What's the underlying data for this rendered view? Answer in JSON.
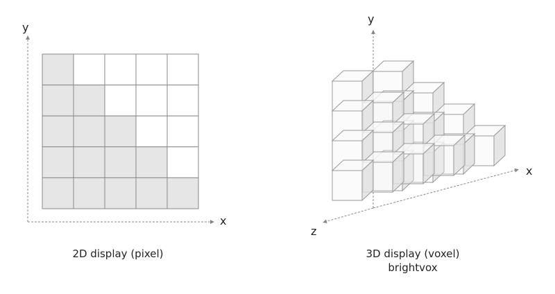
{
  "panel_2d": {
    "x_axis_label": "x",
    "y_axis_label": "y",
    "caption": "2D display (pixel)",
    "grid": {
      "rows": 5,
      "cols": 5
    },
    "shaded_cells_per_row_from_top": [
      1,
      2,
      3,
      4,
      5
    ],
    "fill_color": "#e6e6e6",
    "empty_color": "#ffffff",
    "line_color": "#888888"
  },
  "panel_3d": {
    "x_axis_label": "x",
    "y_axis_label": "y",
    "z_axis_label": "z",
    "caption_line1": "3D display (voxel)",
    "caption_line2": "brightvox",
    "voxel_count_front_row_by_height": [
      4,
      3,
      2,
      1
    ],
    "voxel_count_back_row_by_height": [
      4,
      3,
      2,
      1
    ],
    "line_color": "#999999",
    "face_color": "#f2f2f2"
  },
  "axis_color": "#888888"
}
